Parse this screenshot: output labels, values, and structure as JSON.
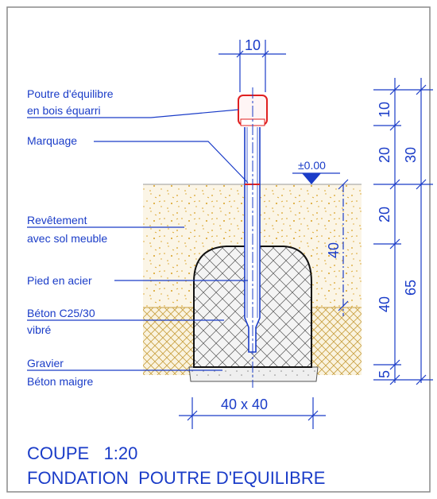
{
  "colors": {
    "annotation": "#1a3cc8",
    "border": "#8a8a8a",
    "soil": "#d8a020",
    "gravel": "#c8a040",
    "beam_outline": "#e02020",
    "concrete_outline": "#111111"
  },
  "labels": {
    "beam_line1": "Poutre d'équilibre",
    "beam_line2": "en bois équarri",
    "marking": "Marquage",
    "surface_line1": "Revêtement",
    "surface_line2": "avec sol meuble",
    "steel_foot": "Pied en acier",
    "concrete_line1": "Béton C25/30",
    "concrete_line2": "vibré",
    "gravel": "Gravier",
    "lean_concrete": "Béton maigre"
  },
  "dimensions": {
    "beam_width": "10",
    "level": "±0.00",
    "embed_depth": "40",
    "foundation_size": "40 x 40",
    "right_segments": [
      "10",
      "20",
      "20",
      "40",
      "5"
    ],
    "right_totals": [
      "30",
      "65"
    ]
  },
  "title": {
    "line1": "COUPE   1:20",
    "line2": "FONDATION  POUTRE D'EQUILIBRE"
  }
}
